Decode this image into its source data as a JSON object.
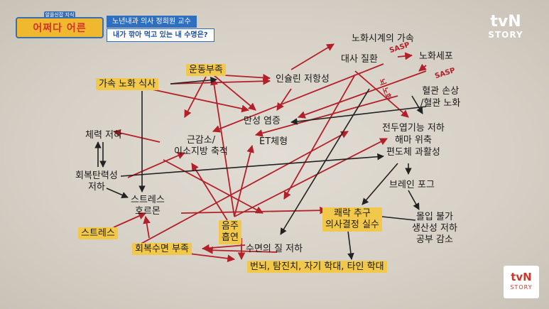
{
  "program": {
    "badge_top": "알쓸신잡 지식",
    "badge_title": "어쩌다 어른"
  },
  "caption": {
    "line1": "노년내과 의사 정희원 교수",
    "line2": "내가 깎아 먹고 있는 내 수명은?"
  },
  "logo": {
    "brand": "tvN",
    "sub": "STORY"
  },
  "nodes": {
    "aging_clock": "노화시계의 가속",
    "metabolic": "대사 질환",
    "senescent": "노화세포",
    "vascular": "혈관 손상\n/혈관 노화",
    "exercise_lack": "운동부족",
    "processed_food": "가속 노화 식사",
    "insulin": "인슐린 저항성",
    "inflammation": "만성 염증",
    "et_type": "ET체형",
    "sarcopenia": "근감소/\n이소지방 축적",
    "stamina": "체력 저하",
    "resilience": "회복탄력성\n저하",
    "stress_hormone": "스트레스\n호르몬",
    "stress": "스트레스",
    "sleep_lack": "회복수면 부족",
    "drink_smoke": "음주\n흡연",
    "sleep_quality": "수면의 질 저하",
    "frontal": "전두엽기능 저하\n해마 위축\n편도체 과활성",
    "brain_fog": "브레인 포그",
    "pleasure": "쾌락 추구\n의사결정 실수",
    "focus": "몰입 불가\n생산성 저하\n공부 감소",
    "anguish": "번뇌, 탐진치, 자기 학대, 타인 학대"
  },
  "labels": {
    "sasp": "SASP",
    "brain_aging": "뇌 노화"
  },
  "colors": {
    "arrow_red": "#b3202a",
    "arrow_black": "#222222",
    "highlight": "#f2c84a"
  }
}
